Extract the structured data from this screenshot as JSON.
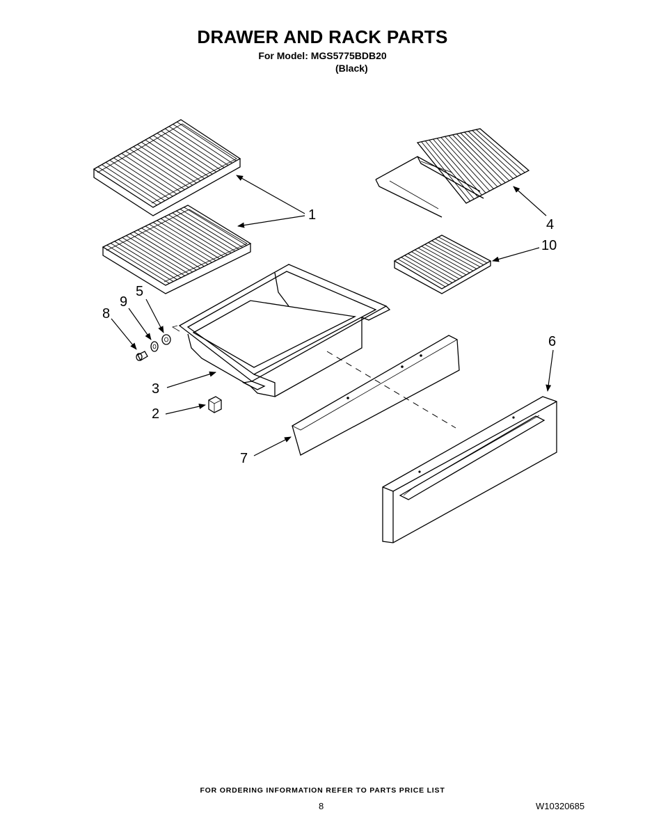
{
  "header": {
    "title": "DRAWER AND RACK PARTS",
    "model_line": "For Model: MGS5775BDB20",
    "color_line": "(Black)"
  },
  "callouts": {
    "c1": "1",
    "c2": "2",
    "c3": "3",
    "c4": "4",
    "c5": "5",
    "c6": "6",
    "c7": "7",
    "c8": "8",
    "c9": "9",
    "c10": "10"
  },
  "footer": {
    "ordering_info": "FOR ORDERING INFORMATION REFER TO PARTS PRICE LIST",
    "page_number": "8",
    "document_number": "W10320685"
  }
}
